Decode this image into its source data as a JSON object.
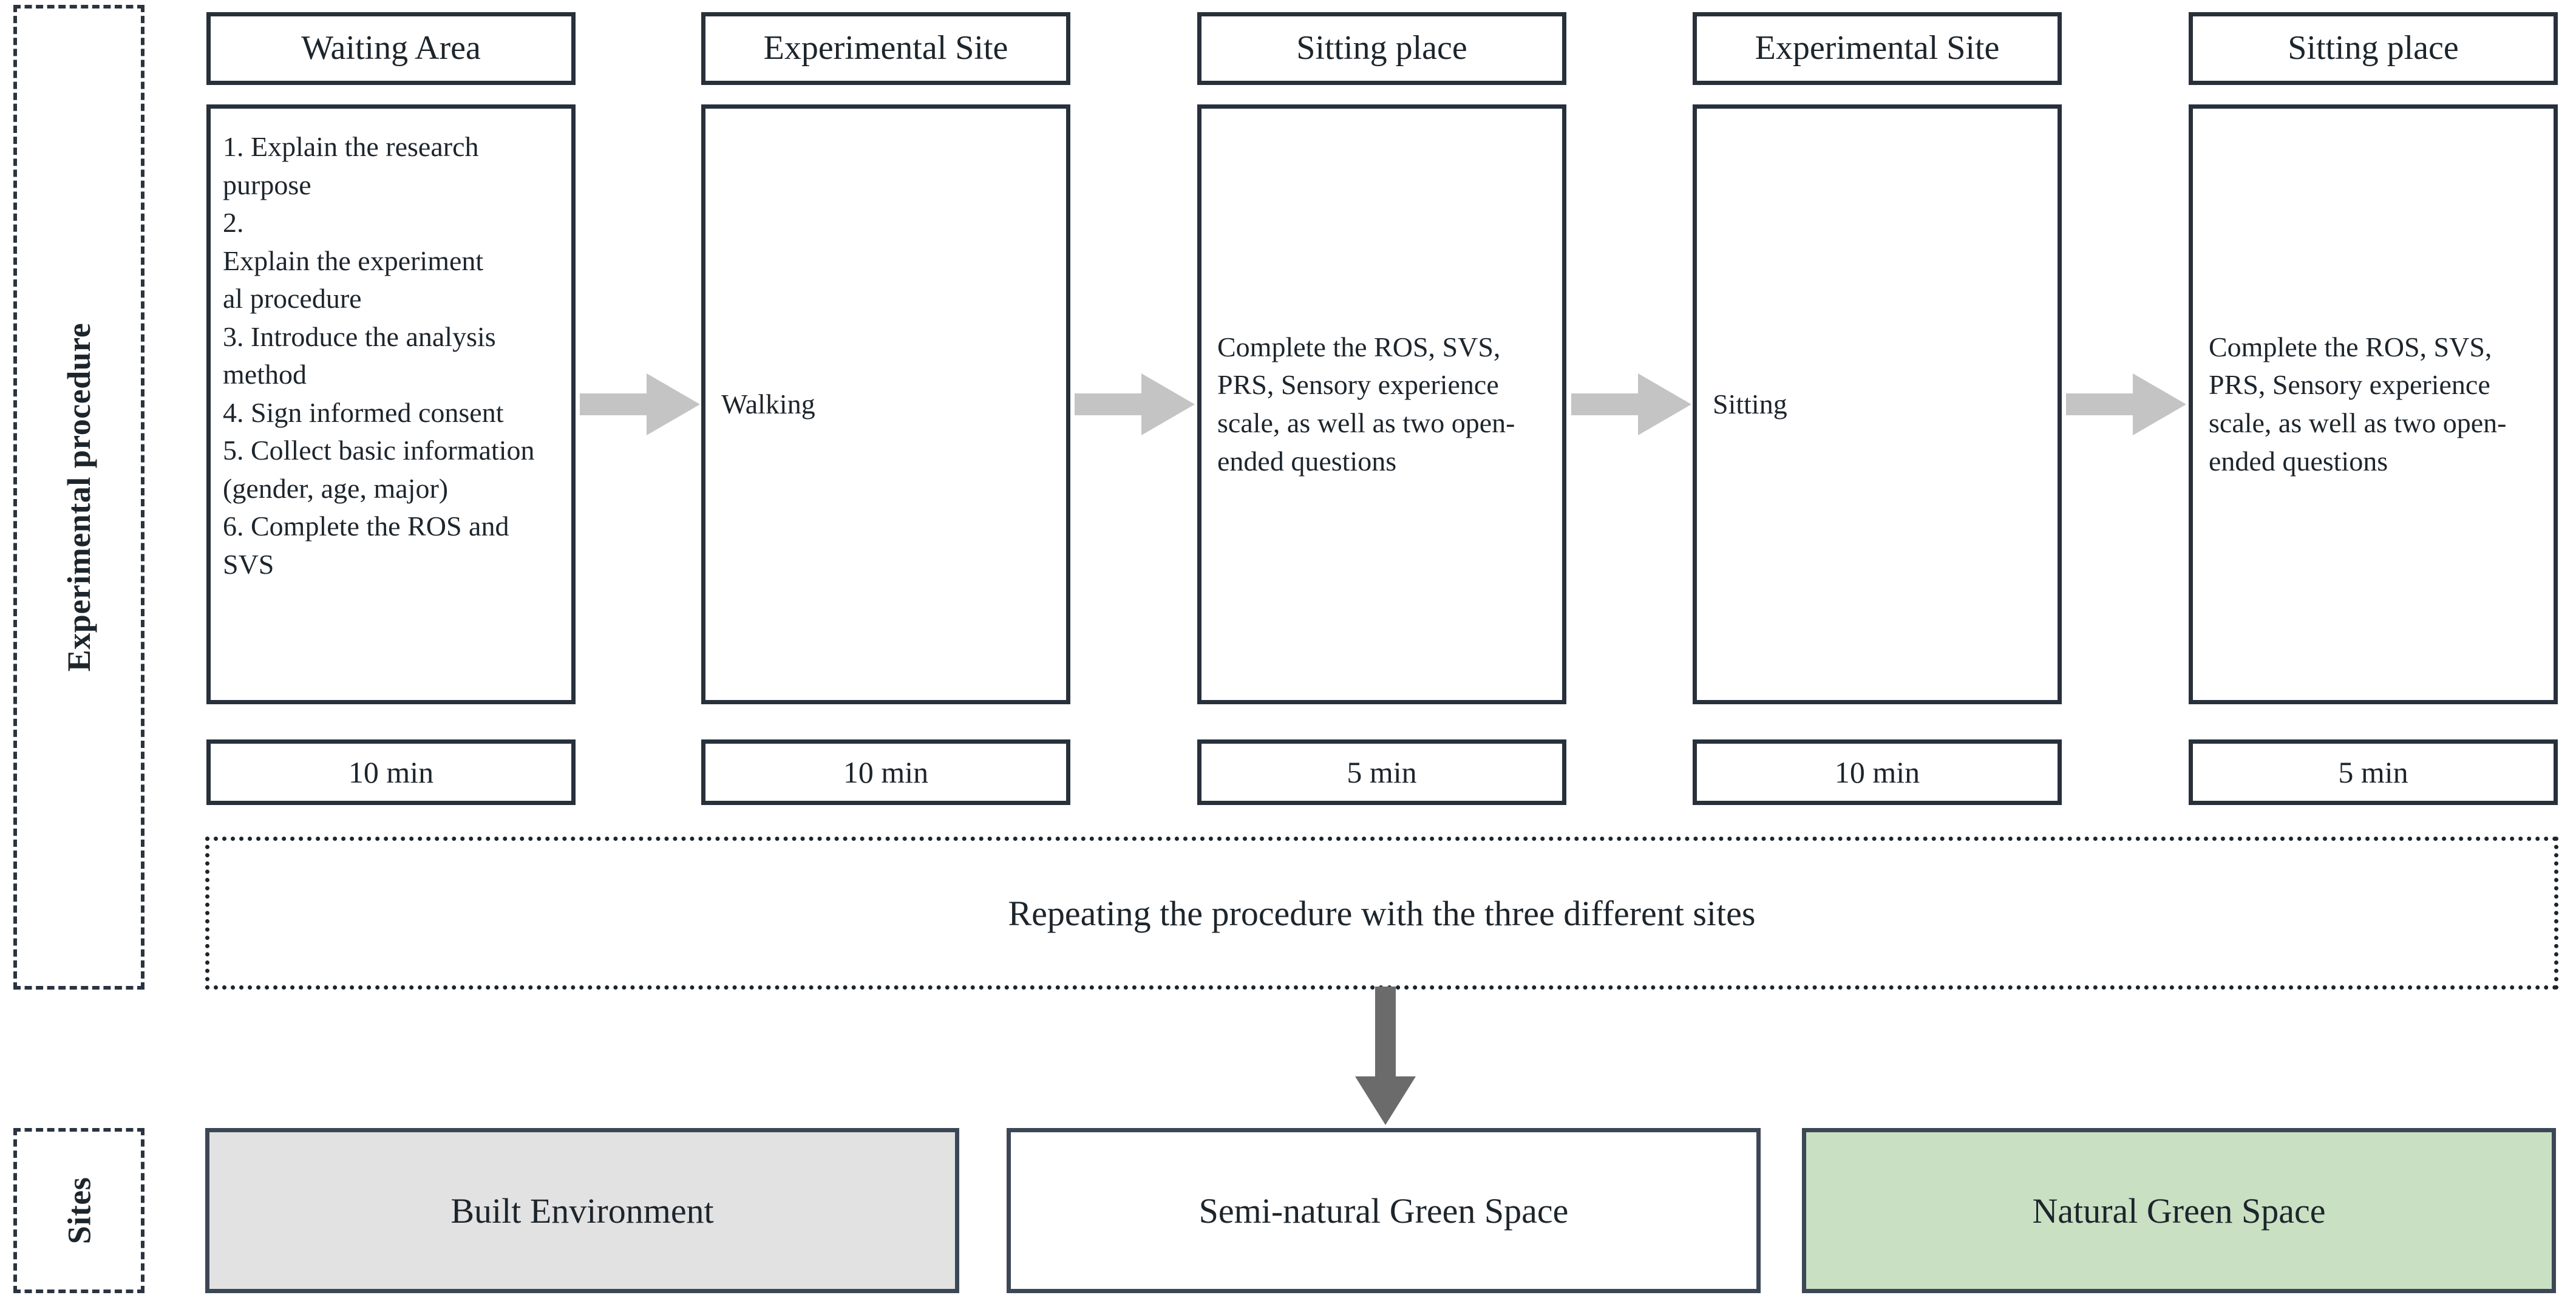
{
  "rails": [
    {
      "id": "experimental-procedure",
      "label": "Experimental procedure"
    },
    {
      "id": "sites",
      "label": "Sites"
    }
  ],
  "colors": {
    "box_border": "#27303b",
    "rail_border": "#2b3440",
    "text": "#1d252c",
    "arrow_horizontal": "#c4c4c4",
    "arrow_down": "#6b6b6b",
    "built_environment_fill": "#e2e2e2",
    "semi_natural_fill": "#ffffff",
    "natural_green_fill": "#c9e0c3"
  },
  "procedure": {
    "columns": [
      {
        "id": "waiting-area",
        "header": "Waiting Area",
        "body": "1. Explain the research purpose\n2.\nExplain the experiment\nal procedure\n3. Introduce the analysis method\n4. Sign informed consent\n5. Collect basic information (gender, age, major)\n6. Complete the ROS and SVS",
        "body_align": "top",
        "time": "10 min"
      },
      {
        "id": "experimental-site-walking",
        "header": "Experimental Site",
        "body": "Walking",
        "body_align": "middle",
        "time": "10 min"
      },
      {
        "id": "sitting-place-after-walking",
        "header": "Sitting place",
        "body": "Complete the ROS, SVS, PRS, Sensory experience scale, as well as two open-ended questions",
        "body_align": "middle",
        "time": "5 min"
      },
      {
        "id": "experimental-site-sitting",
        "header": "Experimental Site",
        "body": "Sitting",
        "body_align": "middle",
        "time": "10 min"
      },
      {
        "id": "sitting-place-after-sitting",
        "header": "Sitting place",
        "body": "Complete the ROS, SVS, PRS, Sensory experience scale, as well as two open-ended questions",
        "body_align": "middle",
        "time": "5 min"
      }
    ],
    "repeat_banner": "Repeating the procedure with the three different sites"
  },
  "sites": [
    {
      "id": "built-environment",
      "label": "Built Environment",
      "fill": "#e2e2e2"
    },
    {
      "id": "semi-natural-green-space",
      "label": "Semi-natural Green Space",
      "fill": "#ffffff"
    },
    {
      "id": "natural-green-space",
      "label": "Natural Green Space",
      "fill": "#c9e0c3"
    }
  ],
  "icons": {
    "flow_arrow": "right-arrow-icon",
    "down_arrow": "down-arrow-icon"
  }
}
